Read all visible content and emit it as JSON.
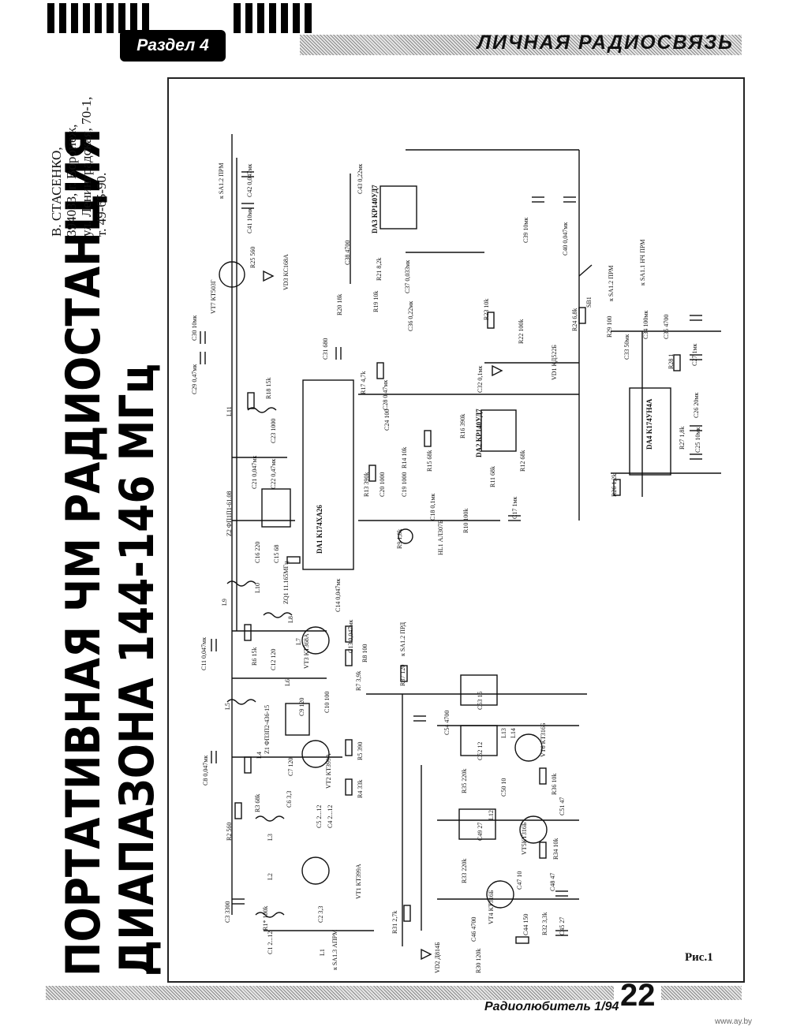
{
  "header": {
    "section_label": "Раздел 4",
    "title": "ЛИЧНАЯ РАДИОСВЯЗЬ"
  },
  "article": {
    "title_line1": "ПОРТАТИВНАЯ ЧМ РАДИОСТАНЦИЯ",
    "title_line2": "ДИАПАЗОНА 144-146 МГц",
    "author_lines": [
      "В. СТАСЕНКО,",
      "394033, г. Воронеж,",
      "ул. Ленинградская, 70-1,",
      "т. 49-65-90."
    ]
  },
  "schematic": {
    "figure_label": "Рис.1",
    "chips": {
      "da1": "DA1 К174ХА26",
      "da2": "DA2 КР140УД7",
      "da3": "DA3 КР140УД7",
      "da4": "DA4 К174УН4А"
    },
    "labels": {
      "vt1": "VT1 КТ399А",
      "vt2": "VT2 КТ399А",
      "vt3": "VT3 КТ368А",
      "vt4": "VT4 КТ316Б",
      "vt5": "VT5КТ316Б",
      "vt6": "VT6 КТ316Б",
      "vt7": "VT7 КТ503Г",
      "vd1": "VD1 КД522Б",
      "vd2": "VD2 Д814Б",
      "vd3": "VD3 КС168А",
      "hl1": "HL1 АЛ307Б",
      "z1": "Z1 ФПЗП2-436-15",
      "z2": "Z2 ФП1П1-61.08",
      "zq1": "ZQ1 11.165МГц",
      "sb1": "SB1",
      "sa_top": "к SA1.2 ПРМ",
      "sa_mid": "к SA1.2 ПРД",
      "sa_bottom": "к SA1.3 АПРМ",
      "sa_right_a": "к SA1.2 ПРМ",
      "sa_right_b": "к SA1.1 НЧ ПРМ",
      "r1": "R1* 100k",
      "r2": "R2 560",
      "r3": "R3 68k",
      "r4": "R4 33k",
      "r5": "R5 390",
      "r6": "R6 15k",
      "r7": "R7 3,9k",
      "r8": "R8 100",
      "r9": "R9 1,8k",
      "r10": "R10 100k",
      "r11": "R11 68k",
      "r12": "R12 68k",
      "r13": "R13 390k",
      "r14": "R14 10k",
      "r15": "R15 68k",
      "r16": "R16 390k",
      "r17": "R17 4,7k",
      "r18": "R18 15k",
      "r19": "R19 10k",
      "r20": "R20 18k",
      "r21": "R21 8,2k",
      "r22": "R22 100k",
      "r23": "R23 10k",
      "r24": "R24 6,8k",
      "r25": "R25 560",
      "r26": "R26 1,2k",
      "r27": "R27 1,8k",
      "r28": "R28 1",
      "r29": "R29 100",
      "r30": "R30 120k",
      "r31": "R31 2,7k",
      "r32": "R32 3,3k",
      "r33": "R33 220k",
      "r34": "R34 10k",
      "r35": "R35 220k",
      "r36": "R36 10k",
      "r37": "R37 120",
      "c1": "C1 2...12",
      "c2": "C2 3,3",
      "c3": "C3 3300",
      "c4": "C4 2...12",
      "c5": "C5 2...12",
      "c6": "C6 3,3",
      "c7": "C7 120",
      "c8": "C8 0,047мк",
      "c9": "C9 120",
      "c10": "C10 100",
      "c11": "C11 0,047мк",
      "c12": "C12 120",
      "c13": "C13 0,047мк",
      "c14": "C14 0,047мк",
      "c15": "C15 68",
      "c16": "C16 220",
      "c17": "C17 1мк",
      "c18": "C18 0,1мк",
      "c19": "C19 1000",
      "c20": "C20 1000",
      "c21": "C21 0,047мк",
      "c22": "C22 0,47мк",
      "c23": "C23 1000",
      "c24": "C24 100",
      "c25": "C25 10мк",
      "c26": "C26 20мк",
      "c27": "C27 1мк",
      "c28": "C28 0,47мк",
      "c29": "C29 0,47мк",
      "c30": "C30 10мк",
      "c31": "C31 680",
      "c32": "C32 0,1мк",
      "c33": "C33 50мк",
      "c34": "C34 100мк",
      "c35": "C35 4700",
      "c36": "C36 0,22мк",
      "c37": "C37 0,033мк",
      "c38": "C38 4700",
      "c39": "C39 10мк",
      "c40": "C40 0,047мк",
      "c41": "C41 10мк",
      "c42": "C42 0,047мк",
      "c43": "C43 0,22мк",
      "c44": "C44 150",
      "c45": "C45 27",
      "c46": "C46 4700",
      "c47": "C47 10",
      "c48": "C48 47",
      "c49": "C49 27",
      "c50": "C50 10",
      "c51": "C51 47",
      "c52": "C52 12",
      "c53": "C53 15",
      "c54": "C54 4700",
      "l1": "L1",
      "l2": "L2",
      "l3": "L3",
      "l4": "L4",
      "l5": "L5",
      "l6": "L6",
      "l7": "L7",
      "l8": "L8",
      "l9": "L9",
      "l10": "L10",
      "l11": "L11",
      "l12": "L12",
      "l13": "L13",
      "l14": "L14"
    }
  },
  "footer": {
    "magazine": "Радиолюбитель 1/94",
    "page_number": "22",
    "watermark": "www.ay.by"
  }
}
